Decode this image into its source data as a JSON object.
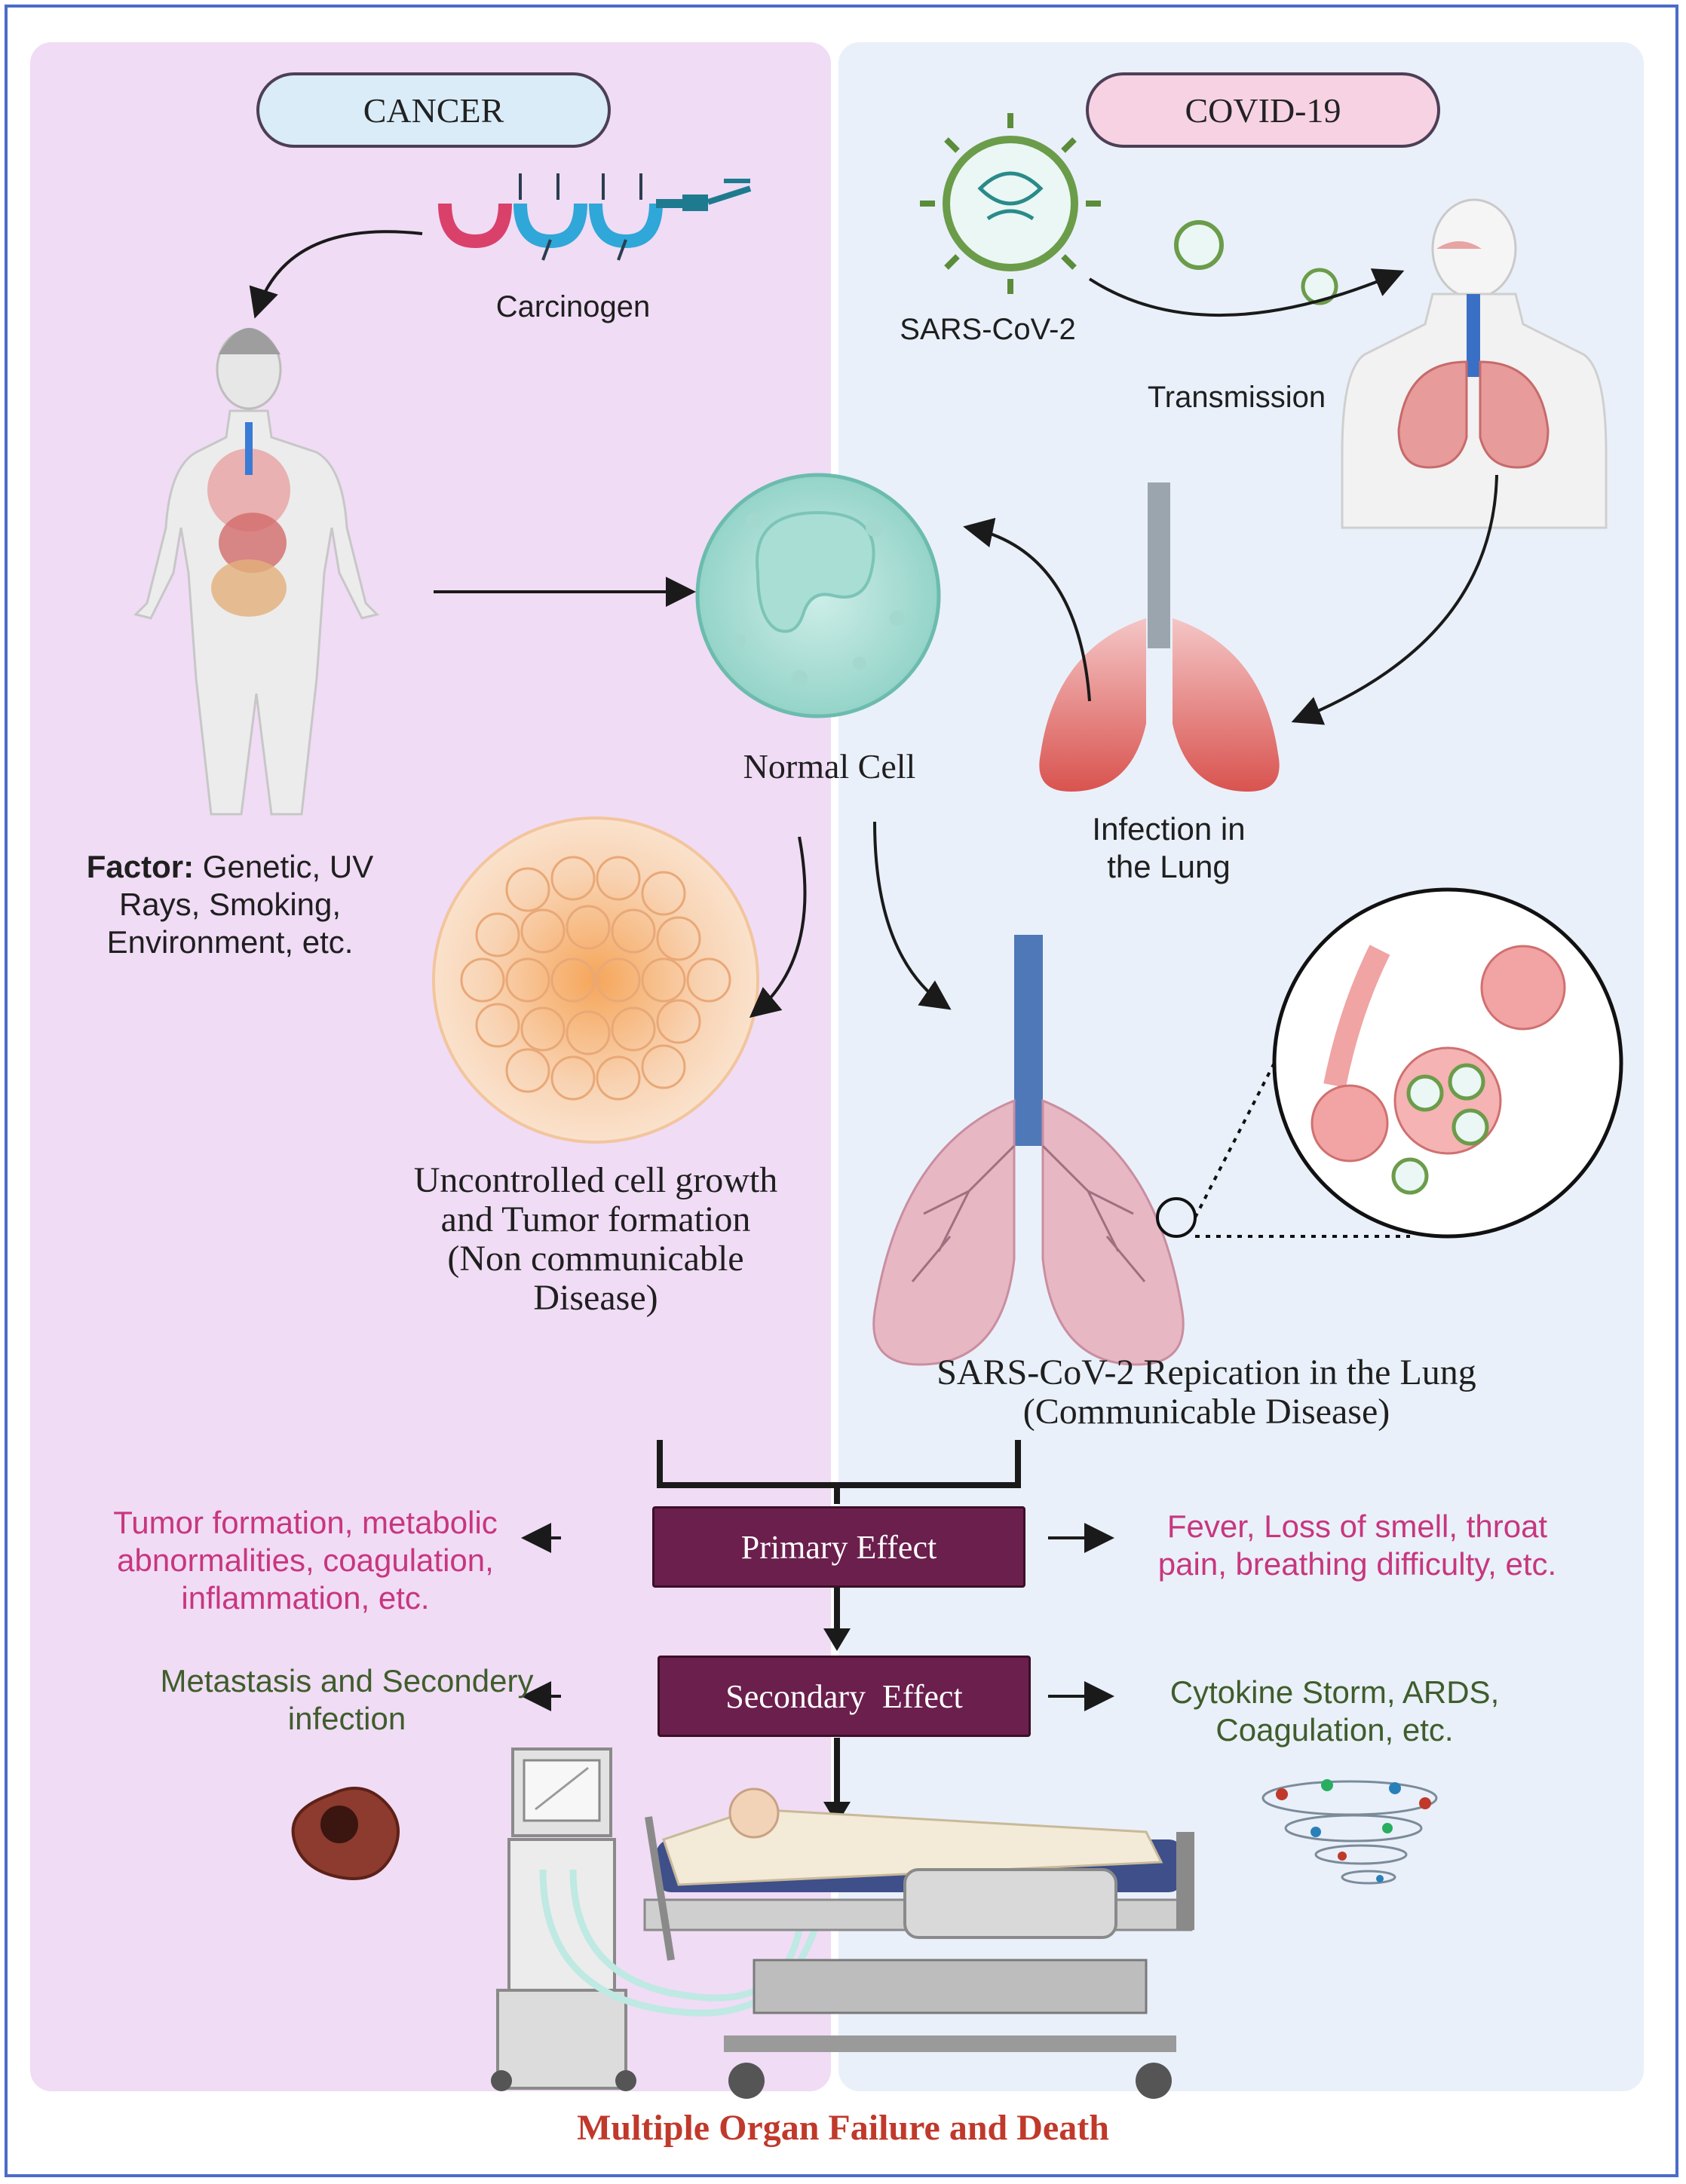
{
  "left_panel": {
    "header": "CANCER",
    "carcinogen_label": "Carcinogen",
    "factor_bold": "Factor:",
    "factor_text_line1": "Genetic, UV",
    "factor_text_line2": "Rays, Smoking,",
    "factor_text_line3": "Environment, etc.",
    "tumor_line1": "Uncontrolled cell growth",
    "tumor_line2": "and Tumor formation",
    "tumor_line3": "(Non communicable",
    "tumor_line4": "Disease)",
    "primary_effects_line1": "Tumor formation, metabolic",
    "primary_effects_line2": "abnormalities, coagulation,",
    "primary_effects_line3": "inflammation, etc.",
    "secondary_effects_line1": "Metastasis and Secondery",
    "secondary_effects_line2": "infection"
  },
  "right_panel": {
    "header": "COVID-19",
    "virus_label": "SARS-CoV-2",
    "transmission_label": "Transmission",
    "infection_line1": "Infection in",
    "infection_line2": "the Lung",
    "replication_line1": "SARS-CoV-2 Repication in the Lung",
    "replication_line2": "(Communicable Disease)",
    "primary_effects_line1": "Fever, Loss of smell, throat",
    "primary_effects_line2": "pain, breathing difficulty, etc.",
    "secondary_effects_line1": "Cytokine Storm, ARDS,",
    "secondary_effects_line2": "Coagulation, etc."
  },
  "center": {
    "normal_cell_label": "Normal Cell",
    "primary_effect_label": "Primary Effect",
    "secondary_effect_label": "Secondary  Effect",
    "outcome_label": "Multiple Organ Failure and Death"
  },
  "colors": {
    "left_panel_bg": "#f0dcf5",
    "right_panel_bg": "#e9f0f9",
    "effect_box": "#6b1f4d",
    "primary_effect_text": "#c8367f",
    "secondary_effect_text": "#3f5d2b",
    "outcome_text": "#c0392b",
    "frame_border": "#4b6cc9"
  },
  "icons": [
    "carcinogen-molecule-icon",
    "human-body-icon",
    "normal-cell-icon",
    "tumor-cells-icon",
    "sars-cov-2-virus-icon",
    "human-respiratory-icon",
    "infected-lung-icon",
    "replication-lung-icon",
    "alveoli-zoom-icon",
    "metastasis-tumor-icon",
    "cytokine-storm-icon",
    "ventilator-icon",
    "hospital-bed-patient-icon"
  ]
}
